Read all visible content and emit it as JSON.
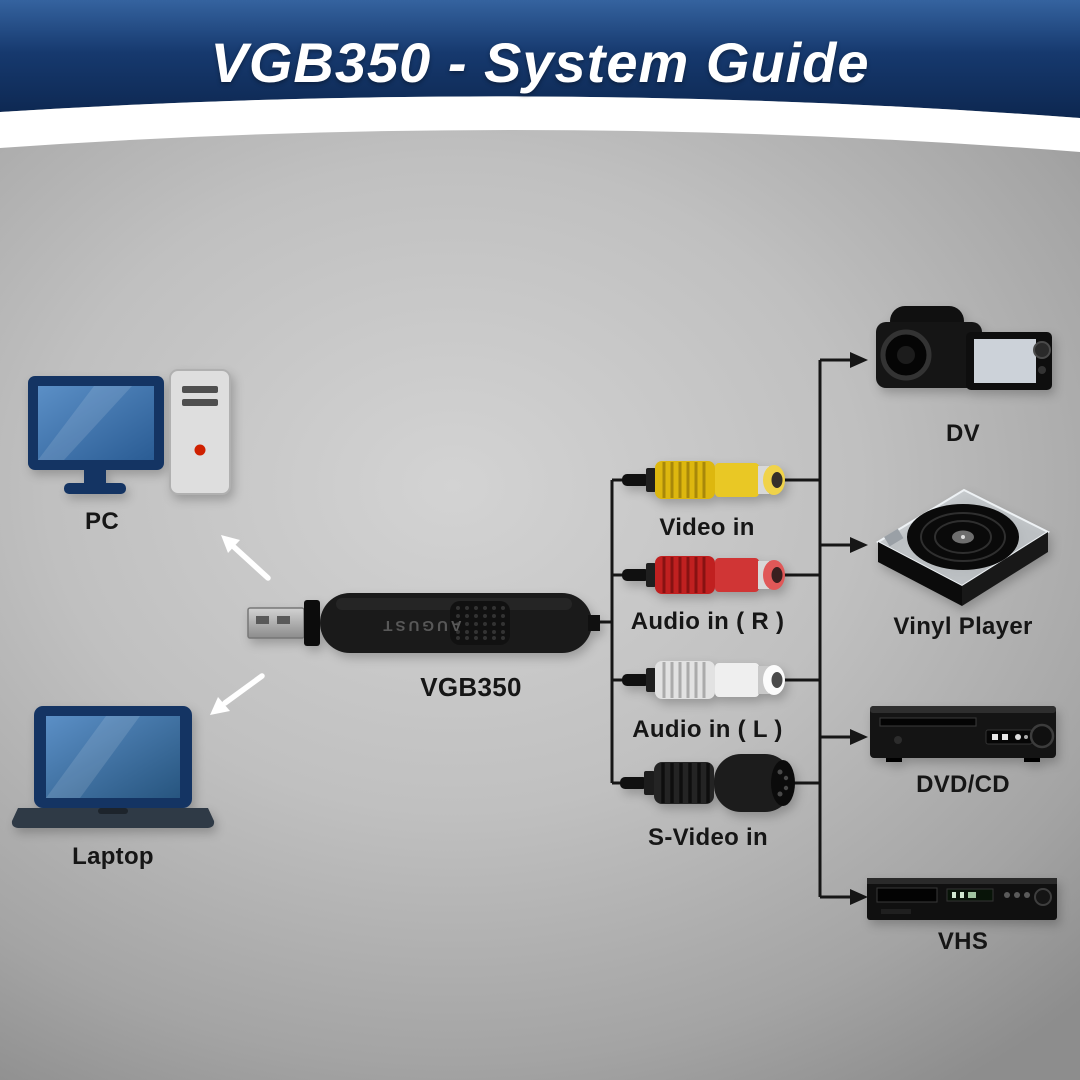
{
  "header": {
    "title": "VGB350 - System Guide"
  },
  "computers": {
    "pc_label": "PC",
    "laptop_label": "Laptop"
  },
  "capture_device": {
    "label": "VGB350",
    "brand": "AUGUST"
  },
  "connectors": [
    {
      "id": "video-in",
      "label": "Video in",
      "color": "#ddb70f"
    },
    {
      "id": "audio-in-r",
      "label": "Audio in ( R )",
      "color": "#c02020"
    },
    {
      "id": "audio-in-l",
      "label": "Audio in ( L )",
      "color": "#e2e2e2"
    },
    {
      "id": "s-video-in",
      "label": "S-Video in",
      "color": "#242424"
    }
  ],
  "sources": [
    {
      "id": "dv",
      "label": "DV"
    },
    {
      "id": "vinyl-player",
      "label": "Vinyl Player"
    },
    {
      "id": "dvd-cd",
      "label": "DVD/CD"
    },
    {
      "id": "vhs",
      "label": "VHS"
    }
  ],
  "colors": {
    "header_blue": "#16396e",
    "swoosh_white": "#ffffff",
    "background_gray": "#b5b5b5",
    "screen_blue": "#4e86c0",
    "line_black": "#161616"
  }
}
